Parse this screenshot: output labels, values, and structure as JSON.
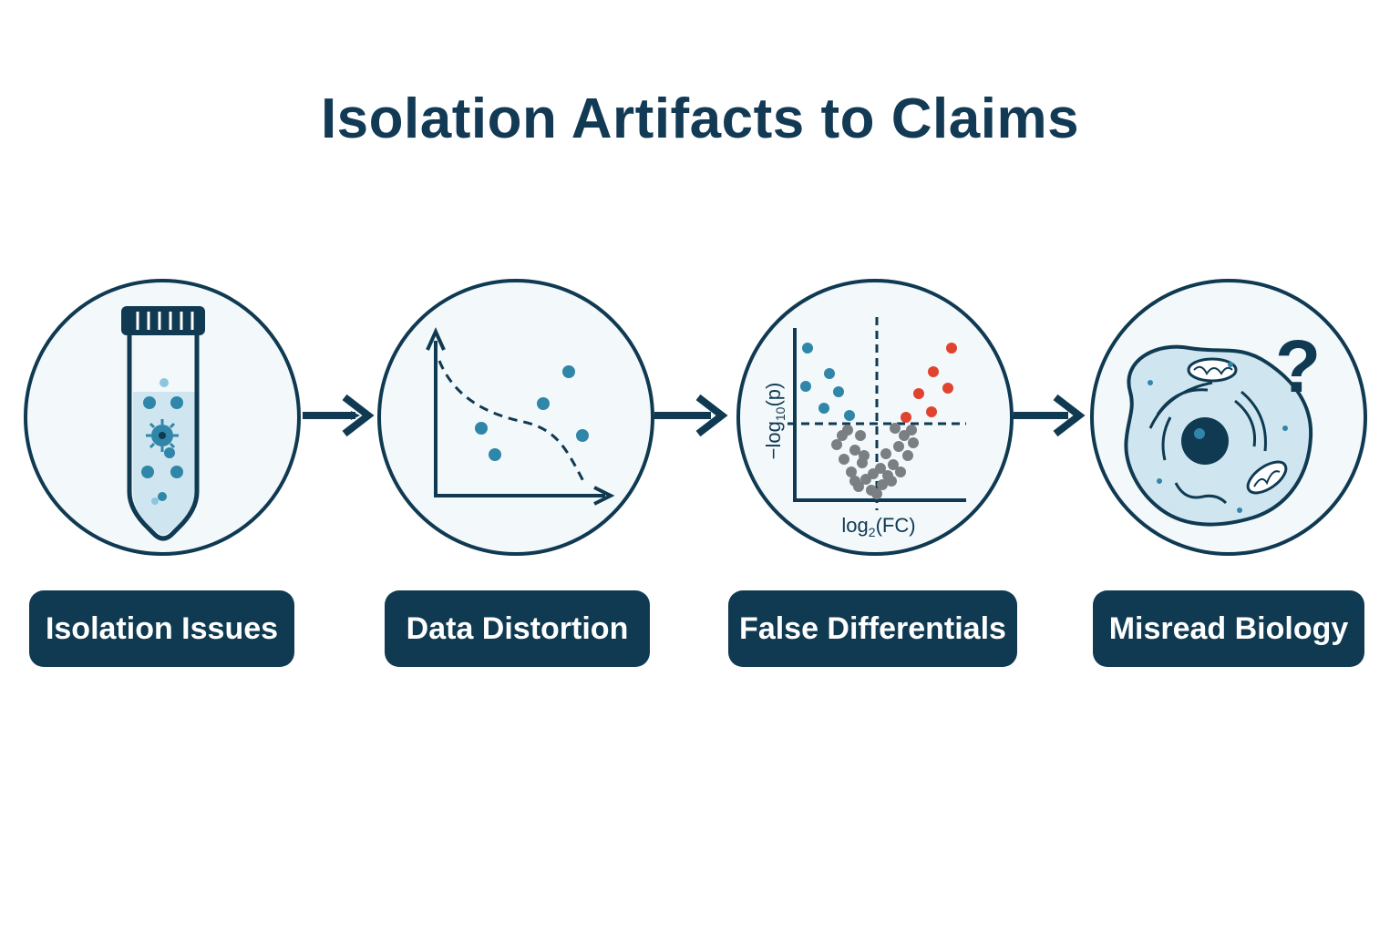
{
  "title": "Isolation Artifacts to Claims",
  "steps": [
    {
      "label": "Isolation Issues",
      "icon": "test-tube-icon"
    },
    {
      "label": "Data Distortion",
      "icon": "scatter-plot-icon"
    },
    {
      "label": "False Differentials",
      "icon": "volcano-plot-icon"
    },
    {
      "label": "Misread Biology",
      "icon": "cell-question-icon"
    }
  ],
  "volcano": {
    "y_label_prefix": "−log",
    "y_label_sub": "10",
    "y_label_suffix": "(p)",
    "x_label_prefix": "log",
    "x_label_sub": "2",
    "x_label_suffix": "(FC)"
  },
  "question_mark": "?",
  "colors": {
    "navy": "#0f3a52",
    "teal_point": "#2f86a8",
    "red_point": "#e0432e",
    "gray_point": "#7a7f83",
    "circle_fill": "#f3f8fb"
  }
}
